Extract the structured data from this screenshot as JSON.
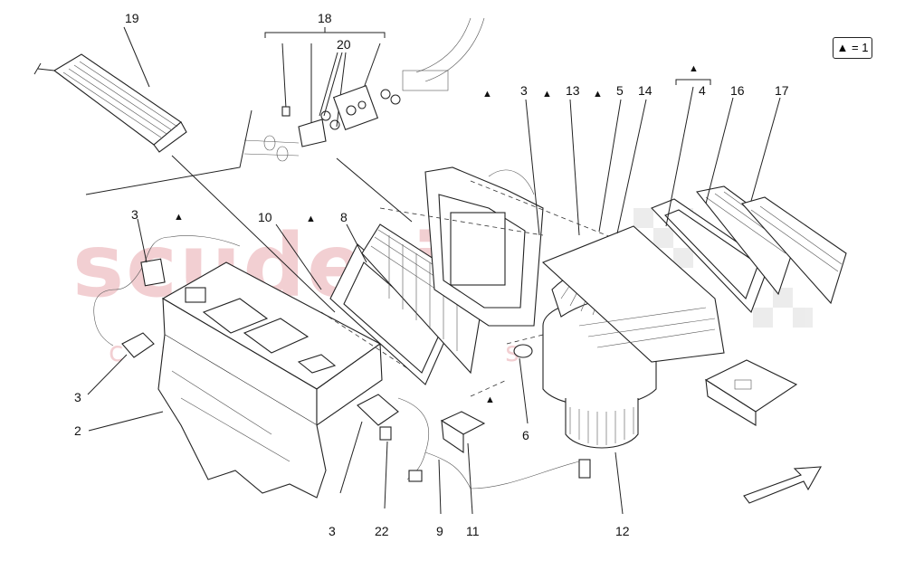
{
  "legend": {
    "marker_symbol": "▲",
    "text": "▲ = 1"
  },
  "watermark": {
    "word": "scuderia",
    "sub": "car parts"
  },
  "callouts": [
    {
      "id": "c19",
      "text": "19"
    },
    {
      "id": "c18",
      "text": "18"
    },
    {
      "id": "c20",
      "text": "20"
    },
    {
      "id": "c3a",
      "text": "3"
    },
    {
      "id": "c13",
      "text": "13"
    },
    {
      "id": "c5",
      "text": "5"
    },
    {
      "id": "c14",
      "text": "14"
    },
    {
      "id": "c4",
      "text": "4"
    },
    {
      "id": "c16",
      "text": "16"
    },
    {
      "id": "c17",
      "text": "17"
    },
    {
      "id": "c3b",
      "text": "3"
    },
    {
      "id": "c10",
      "text": "10"
    },
    {
      "id": "c8",
      "text": "8"
    },
    {
      "id": "c3c",
      "text": "3"
    },
    {
      "id": "c2",
      "text": "2"
    },
    {
      "id": "c6",
      "text": "6"
    },
    {
      "id": "c3d",
      "text": "3"
    },
    {
      "id": "c22",
      "text": "22"
    },
    {
      "id": "c9",
      "text": "9"
    },
    {
      "id": "c11",
      "text": "11"
    },
    {
      "id": "c12",
      "text": "12"
    }
  ]
}
